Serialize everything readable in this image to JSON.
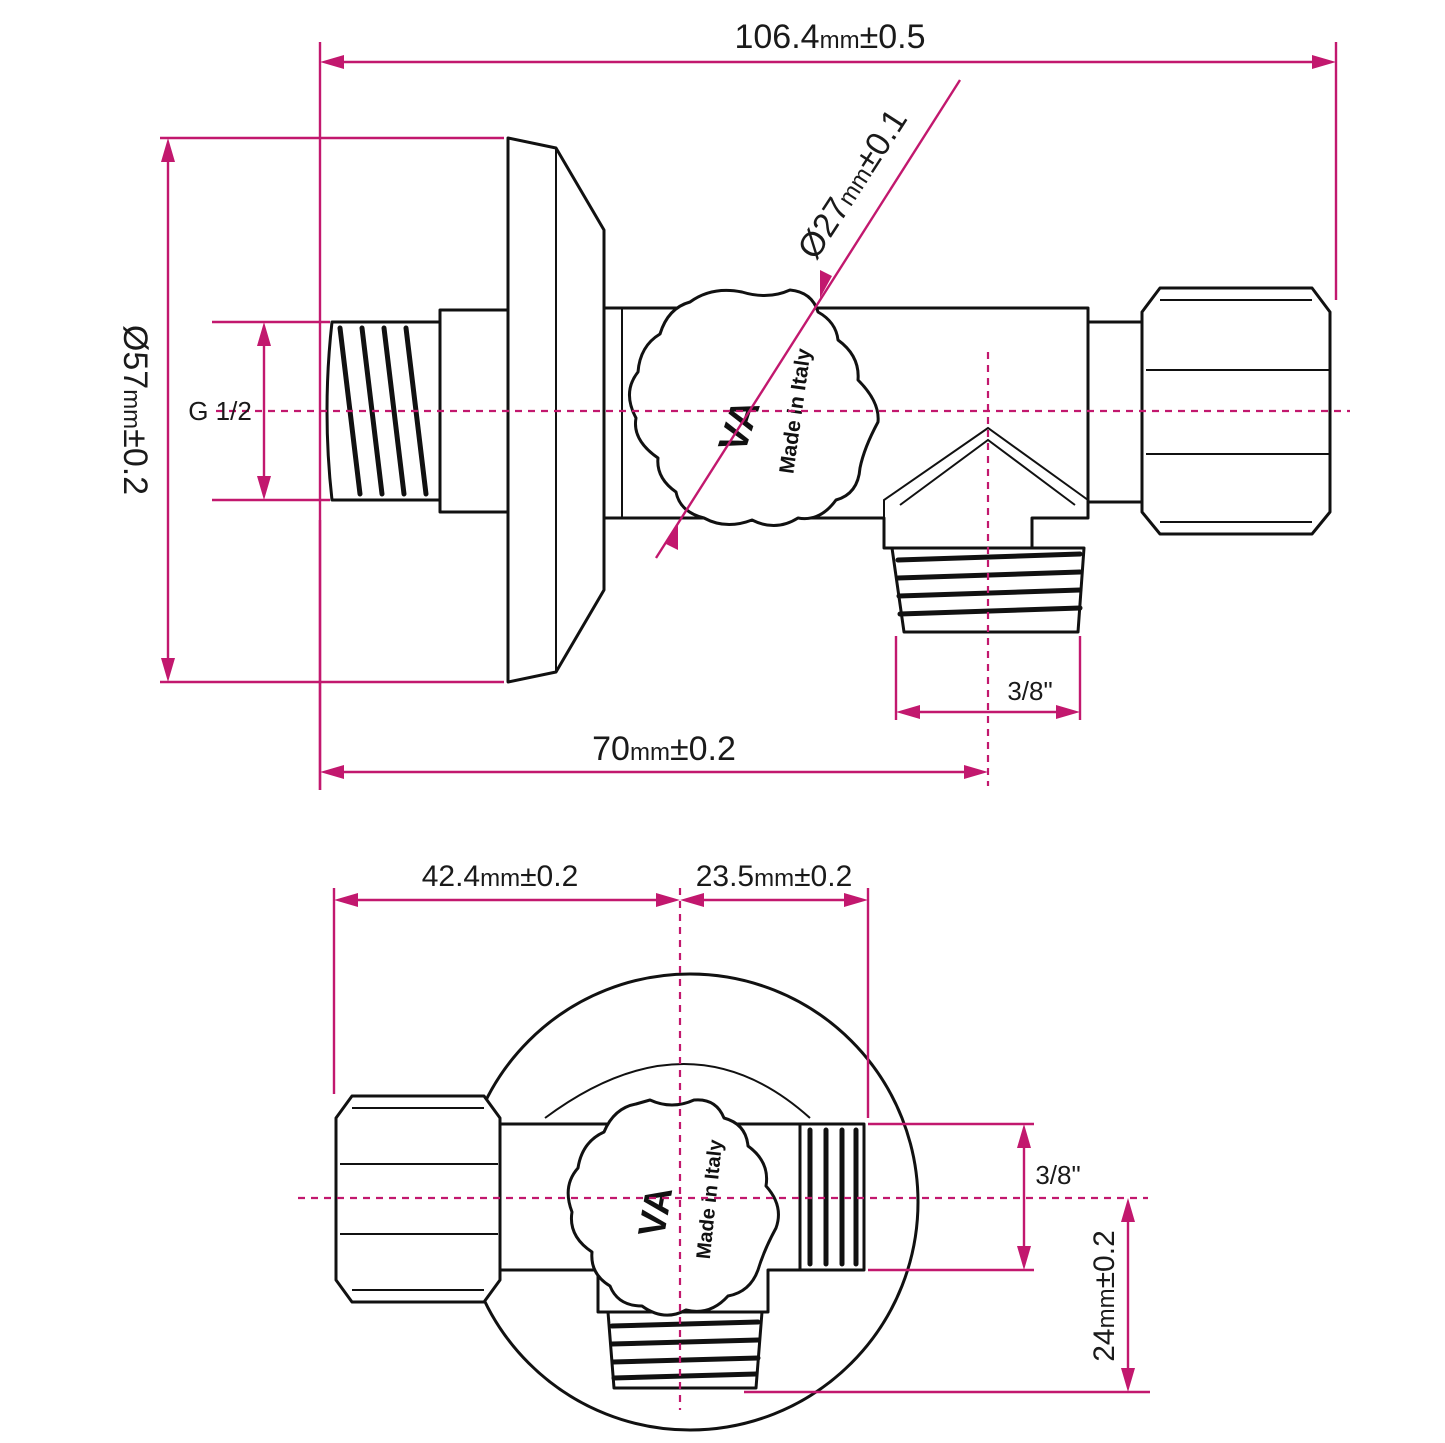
{
  "colors": {
    "dimension_line": "#c2186e",
    "outline": "#111111",
    "background": "#ffffff"
  },
  "side_view": {
    "overall_length": {
      "value": "106.4",
      "unit": "mm",
      "tolerance": "±0.5"
    },
    "flange_diameter": {
      "symbol": "Ø",
      "value": "57",
      "unit": "mm",
      "tolerance": "±0.2"
    },
    "handle_diameter": {
      "symbol": "Ø",
      "value": "27",
      "unit": "mm",
      "tolerance": "±0.1"
    },
    "inlet_thread": "G 1/2",
    "outlet_thread": "3/8\"",
    "outlet_offset": {
      "value": "70",
      "unit": "mm",
      "tolerance": "±0.2"
    },
    "knob_logo": "VA",
    "knob_marking": "Made in Italy"
  },
  "top_view": {
    "left_offset": {
      "value": "42.4",
      "unit": "mm",
      "tolerance": "±0.2"
    },
    "right_offset": {
      "value": "23.5",
      "unit": "mm",
      "tolerance": "±0.2"
    },
    "outlet_thread": "3/8\"",
    "vertical_offset": {
      "value": "24",
      "unit": "mm",
      "tolerance": "±0.2"
    },
    "knob_logo": "VA",
    "knob_marking": "Made in Italy"
  }
}
